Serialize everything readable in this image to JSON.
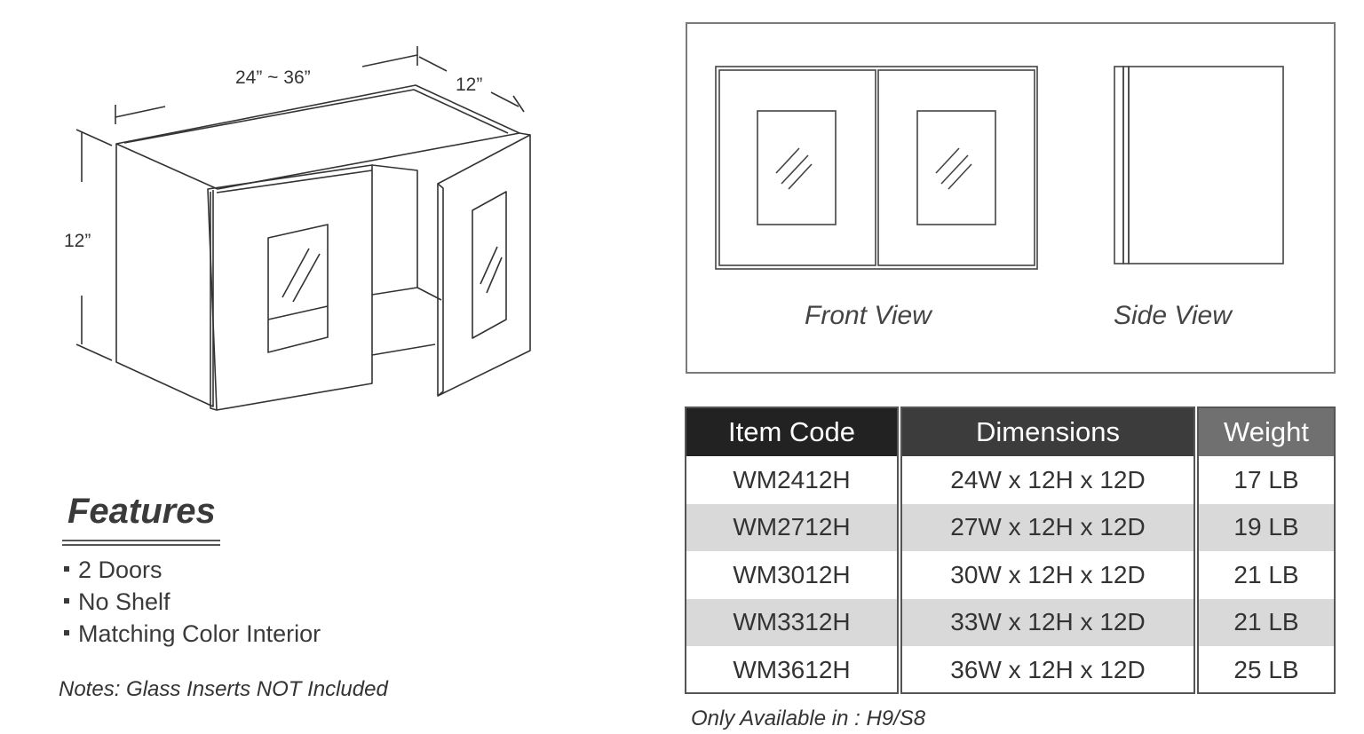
{
  "drawing": {
    "width_label": "24” ~ 36”",
    "depth_label": "12”",
    "height_label": "12”"
  },
  "views": {
    "front_label": "Front View",
    "side_label": "Side View"
  },
  "features": {
    "title": "Features",
    "items": [
      "2 Doors",
      "No Shelf",
      "Matching Color Interior"
    ]
  },
  "notes": "Notes: Glass Inserts NOT Included",
  "availability": "Only Available in : H9/S8",
  "table": {
    "headers": [
      "Item Code",
      "Dimensions",
      "Weight"
    ],
    "header_colors": [
      "#222222",
      "#3c3c3c",
      "#707070"
    ],
    "rows": [
      [
        "WM2412H",
        "24W x 12H x 12D",
        "17 LB"
      ],
      [
        "WM2712H",
        "27W x 12H x 12D",
        "19 LB"
      ],
      [
        "WM3012H",
        "30W x 12H x 12D",
        "21 LB"
      ],
      [
        "WM3312H",
        "33W x 12H x 12D",
        "21 LB"
      ],
      [
        "WM3612H",
        "36W x 12H x 12D",
        "25 LB"
      ]
    ]
  }
}
